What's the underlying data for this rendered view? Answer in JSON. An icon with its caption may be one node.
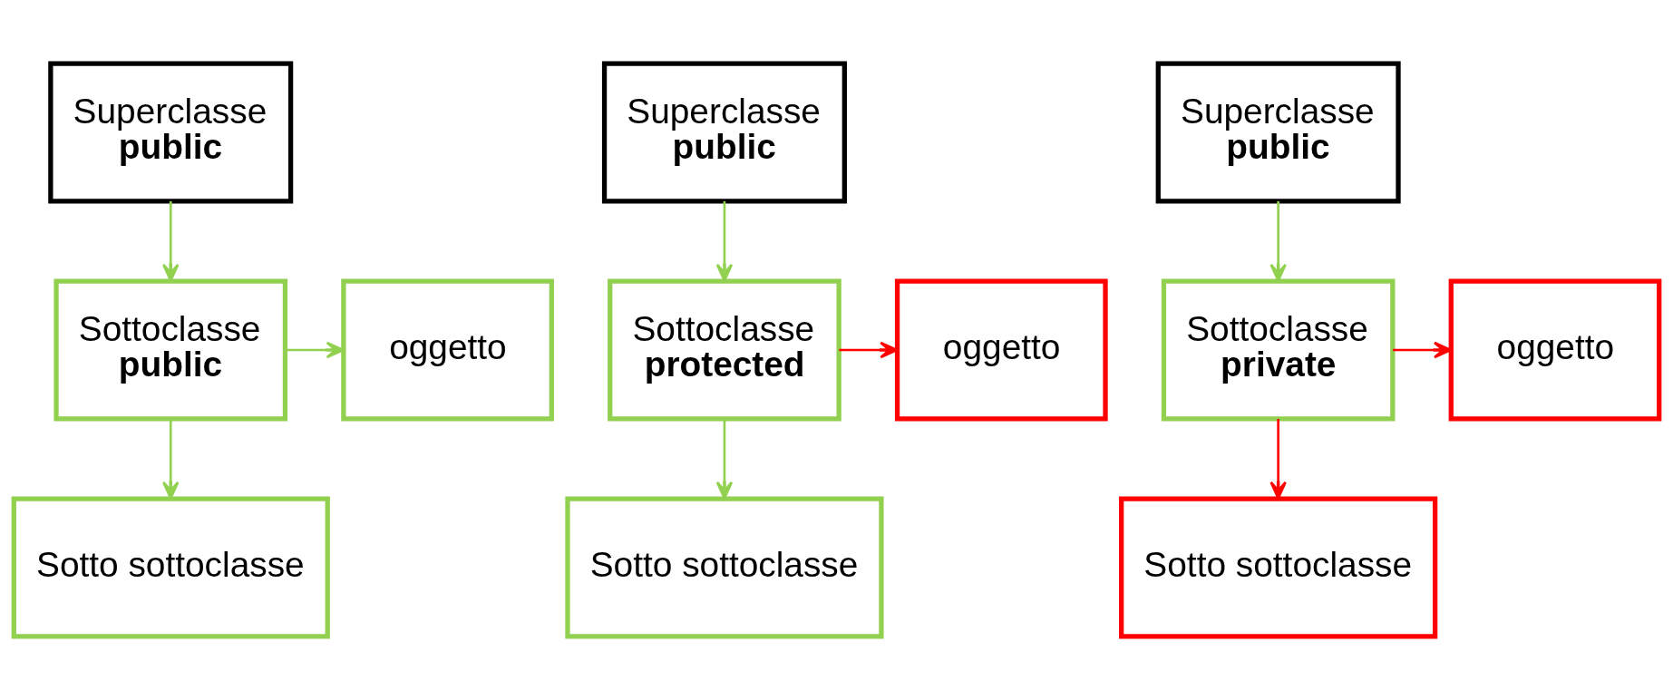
{
  "diagram": {
    "nodes": [
      {
        "text": [
          "Superclasse",
          "public"
        ]
      },
      {
        "text": [
          "Sottoclasse",
          "public"
        ]
      },
      {
        "text": [
          "oggetto"
        ]
      },
      {
        "text": [
          "Sotto sottoclasse"
        ]
      },
      {
        "text": [
          "Superclasse",
          "public"
        ]
      },
      {
        "text": [
          "Sottoclasse",
          "protected"
        ]
      },
      {
        "text": [
          "oggetto"
        ]
      },
      {
        "text": [
          "Sotto sottoclasse"
        ]
      },
      {
        "text": [
          "Superclasse",
          "public"
        ]
      },
      {
        "text": [
          "Sottoclasse",
          "private"
        ]
      },
      {
        "text": [
          "oggetto"
        ]
      },
      {
        "text": [
          "Sotto sottoclasse"
        ]
      }
    ],
    "edges": [
      {
        "from": 0,
        "to": 1,
        "arrow": "to"
      },
      {
        "from": 1,
        "to": 2,
        "arrow": "to"
      },
      {
        "from": 1,
        "to": 3,
        "arrow": "to"
      },
      {
        "from": 4,
        "to": 5,
        "arrow": "to"
      },
      {
        "from": 5,
        "to": 6,
        "arrow": "to",
        "color": "#ff0000"
      },
      {
        "from": 5,
        "to": 7,
        "arrow": "to"
      },
      {
        "from": 8,
        "to": 9,
        "arrow": "to"
      },
      {
        "from": 9,
        "to": 10,
        "arrow": "to",
        "color": "#ff0000"
      },
      {
        "from": 9,
        "to": 11,
        "arrow": "to",
        "color": "#ff0000"
      }
    ]
  }
}
